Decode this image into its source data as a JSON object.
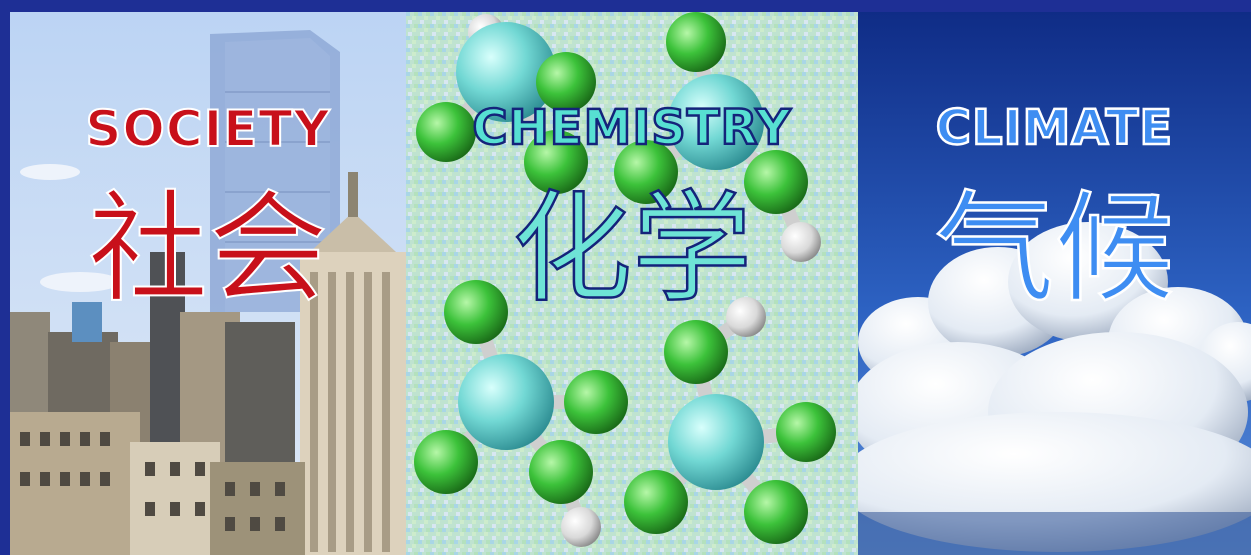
{
  "panels": {
    "society": {
      "title_en": "SOCIETY",
      "title_zh": "社会"
    },
    "chemistry": {
      "title_en": "CHEMISTRY",
      "title_zh": "化学"
    },
    "climate": {
      "title_en": "CLIMATE",
      "title_zh": "气候"
    }
  },
  "colors": {
    "frame": "#1e2f95",
    "society_text": "#c8101a",
    "chemistry_text": "#57e0d2",
    "climate_text": "#3e8df2",
    "sky_light": "#c9dcf4",
    "sky_deep": "#1b3f9c"
  }
}
